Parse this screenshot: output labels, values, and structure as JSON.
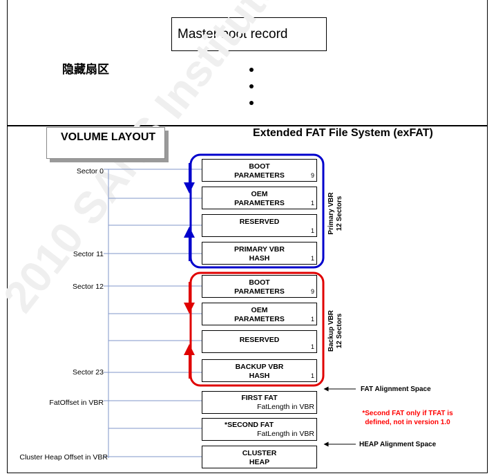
{
  "top_section": {
    "mbr_label": "Master boot record",
    "hidden_sectors_label": "隐藏扇区"
  },
  "volume_layout": {
    "title": "VOLUME LAYOUT",
    "fs_title": "Extended FAT File System (exFAT)",
    "watermark": "2010 SANS Institute",
    "left_labels": {
      "sector0": "Sector 0",
      "sector11": "Sector 11",
      "sector12": "Sector 12",
      "sector23": "Sector 23",
      "fat_offset": "FatOffset in VBR",
      "cluster_heap_offset": "Cluster Heap Offset in VBR"
    },
    "primary_vbr": {
      "group_label": "Primary VBR",
      "group_sub": "12 Sectors",
      "color": "#0000cc",
      "boxes": [
        {
          "label1": "BOOT",
          "label2": "PARAMETERS",
          "count": "9"
        },
        {
          "label1": "OEM",
          "label2": "PARAMETERS",
          "count": "1"
        },
        {
          "label1": "RESERVED",
          "label2": "",
          "count": "1"
        },
        {
          "label1": "PRIMARY VBR",
          "label2": "HASH",
          "count": "1"
        }
      ]
    },
    "backup_vbr": {
      "group_label": "Backup VBR",
      "group_sub": "12 Sectors",
      "color": "#e00000",
      "boxes": [
        {
          "label1": "BOOT",
          "label2": "PARAMETERS",
          "count": "9"
        },
        {
          "label1": "OEM",
          "label2": "PARAMETERS",
          "count": "1"
        },
        {
          "label1": "RESERVED",
          "label2": "",
          "count": "1"
        },
        {
          "label1": "BACKUP VBR",
          "label2": "HASH",
          "count": "1"
        }
      ]
    },
    "fat_boxes": [
      {
        "label": "FIRST FAT",
        "sub": "FatLength in VBR"
      },
      {
        "label": "*SECOND FAT",
        "sub": "FatLength in VBR"
      },
      {
        "label": "CLUSTER",
        "label2": "HEAP"
      }
    ],
    "annotations": {
      "fat_alignment": "FAT Alignment Space",
      "heap_alignment": "HEAP Alignment Space",
      "note_line1": "*Second FAT only if TFAT is",
      "note_line2": "defined, not in version 1.0"
    }
  }
}
